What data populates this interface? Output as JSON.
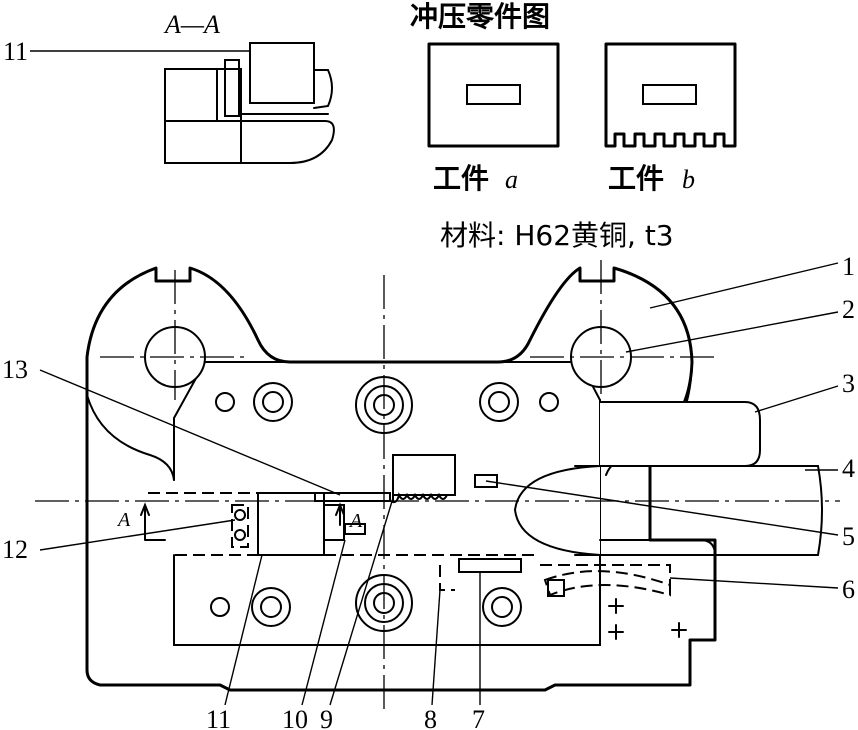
{
  "section_title": "A—A",
  "parts_title": "冲压零件图",
  "workpiece_a": {
    "label": "工件",
    "letter": "a"
  },
  "workpiece_b": {
    "label": "工件",
    "letter": "b"
  },
  "material_label": "材料: H62黄铜, t3",
  "section_marker": "A",
  "part_numbers": {
    "p1": "1",
    "p2": "2",
    "p3": "3",
    "p4": "4",
    "p5": "5",
    "p6": "6",
    "p7": "7",
    "p8": "8",
    "p9": "9",
    "p10": "10",
    "p11_bottom": "11",
    "p11_section": "11",
    "p12": "12",
    "p13": "13"
  },
  "colors": {
    "ink": "#000000",
    "paper": "#ffffff"
  }
}
